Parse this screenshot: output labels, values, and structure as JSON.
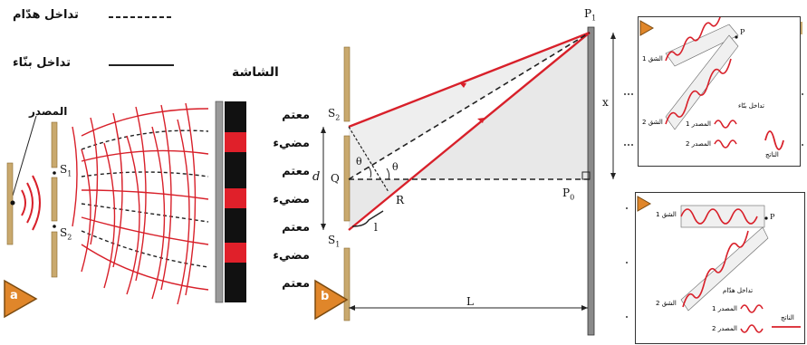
{
  "panel_a": {
    "badge": "a",
    "legend_destructive": "تداخل هدّام",
    "legend_constructive": "تداخل بنّاء",
    "source_label": "المصدر",
    "screen_title": "الشاشة",
    "slit_upper": "S",
    "slit_upper_sub": "1",
    "slit_lower": "S",
    "slit_lower_sub": "2",
    "fringes": [
      "معتم",
      "مضيء",
      "معتم",
      "مضيء",
      "معتم",
      "مضيء",
      "معتم"
    ]
  },
  "panel_b": {
    "badge": "b",
    "point_p1": "P",
    "point_p1_sub": "1",
    "point_p0": "P",
    "point_p0_sub": "0",
    "slit_s2": "S",
    "slit_s2_sub": "2",
    "slit_s1": "S",
    "slit_s1_sub": "1",
    "label_d": "d",
    "label_q": "Q",
    "label_r": "R",
    "label_l": "l",
    "label_x": "x",
    "label_L": "L",
    "theta": "θ"
  },
  "panel_c": {
    "title": "تداخل بنّاء",
    "slit1": "الشق 1",
    "slit2": "الشق 2",
    "source1": "المصدر 1",
    "source2": "المصدر 2",
    "result": "الناتج",
    "point": "P"
  },
  "panel_d": {
    "title": "تداخل هدّام",
    "slit1": "الشق 1",
    "slit2": "الشق 2",
    "source1": "المصدر 1",
    "source2": "المصدر 2",
    "result": "الناتج",
    "point": "P"
  },
  "colors": {
    "wave_red": "#d8202a",
    "badge_orange": "#e0862a",
    "panel_gray": "#e8e8e8",
    "dark": "#222222"
  }
}
